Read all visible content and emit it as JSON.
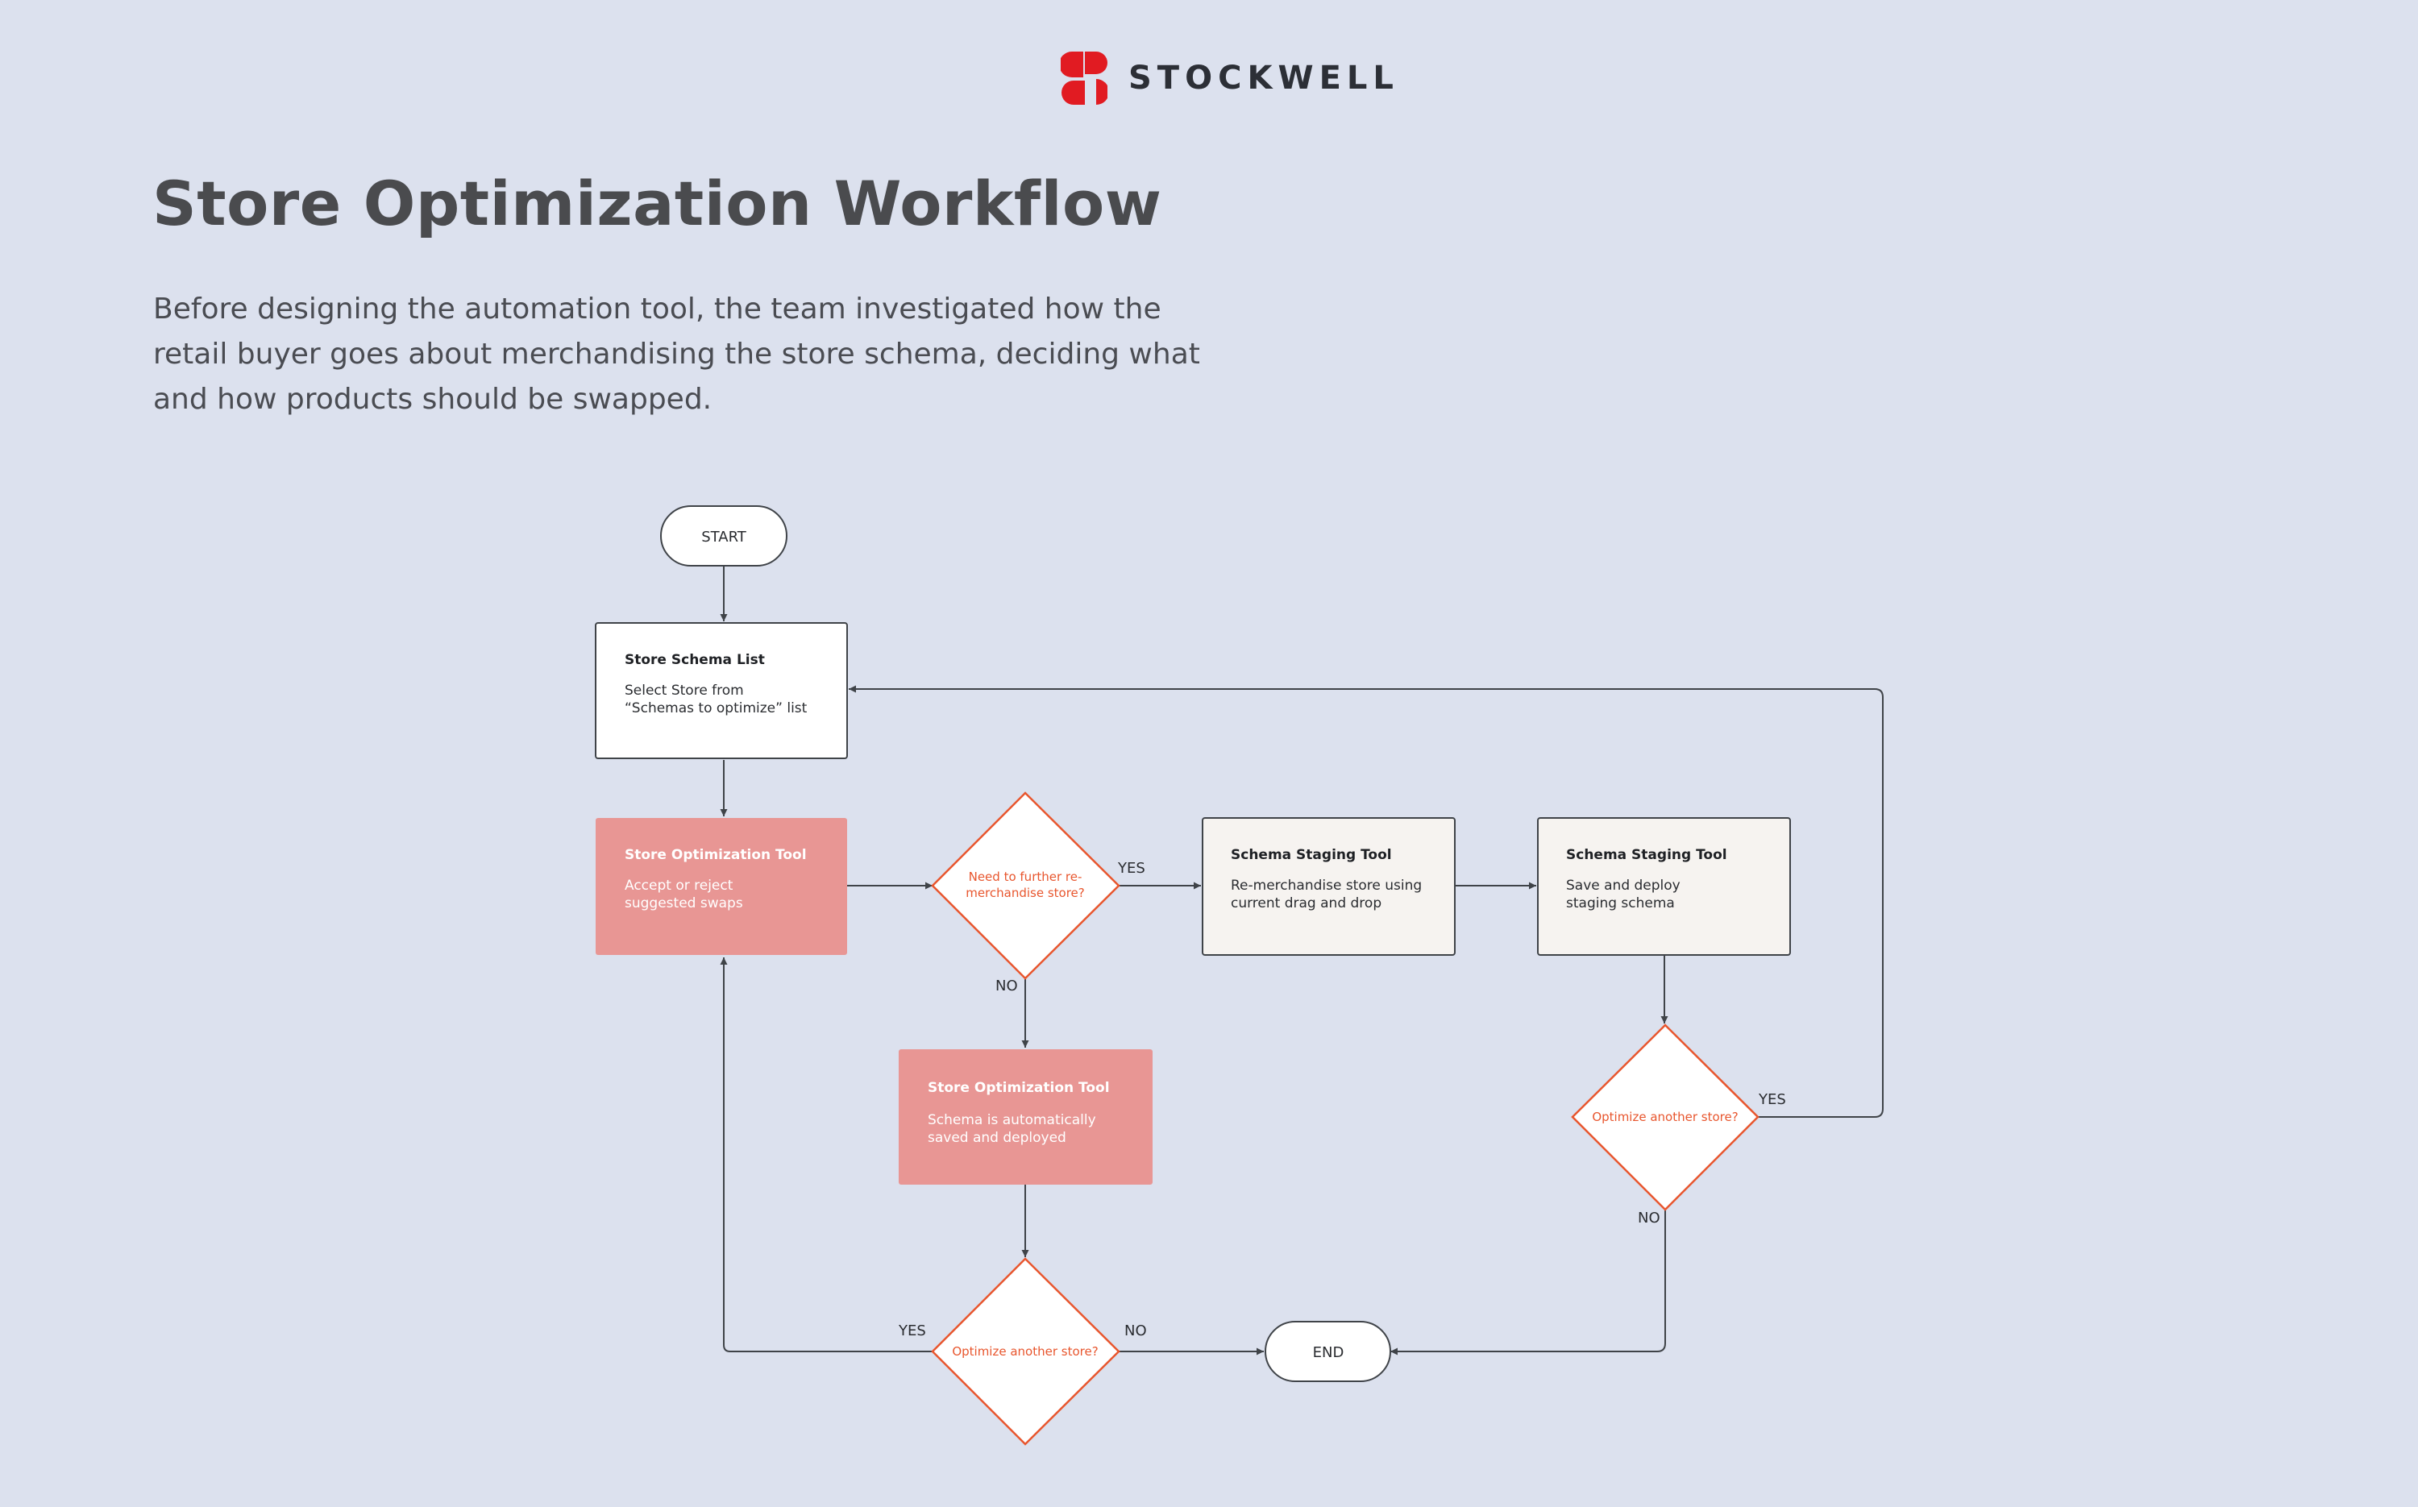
{
  "brand": {
    "name": "STOCKWELL",
    "logo_icon": "stockwell-logo-icon",
    "logo_color": "#e11b22"
  },
  "title": "Store Optimization Workflow",
  "intro": "Before designing the automation tool, the team investigated how the retail buyer goes about merchandising the store schema, deciding what and how products should be swapped.",
  "colors": {
    "background": "#dce1ee",
    "tool_box": "#e89694",
    "staging_box": "#f6f3f0",
    "decision_text": "#e8562e",
    "line": "#3f4348"
  },
  "nodes": {
    "start": {
      "label": "START"
    },
    "end": {
      "label": "END"
    },
    "schema_list": {
      "heading": "Store Schema List",
      "lines": [
        "Select Store from",
        "“Schemas to optimize” list"
      ]
    },
    "opt_tool_swaps": {
      "heading": "Store Optimization Tool",
      "lines": [
        "Accept or reject",
        "suggested swaps"
      ]
    },
    "decision_remerch": {
      "lines": [
        "Need to further re-",
        "merchandise store?"
      ]
    },
    "staging_remerch": {
      "heading": "Schema Staging Tool",
      "lines": [
        "Re-merchandise store using",
        "current drag and drop"
      ]
    },
    "staging_deploy": {
      "heading": "Schema Staging Tool",
      "lines": [
        "Save and deploy",
        "staging schema"
      ]
    },
    "opt_tool_auto": {
      "heading": "Store Optimization Tool",
      "lines": [
        "Schema is automatically",
        "saved and deployed"
      ]
    },
    "decision_another_left": {
      "lines": [
        "Optimize another store?"
      ]
    },
    "decision_another_right": {
      "lines": [
        "Optimize another store?"
      ]
    }
  },
  "edge_labels": {
    "remerch_yes": "YES",
    "remerch_no": "NO",
    "right_yes": "YES",
    "right_no": "NO",
    "left_yes": "YES",
    "left_no": "NO"
  }
}
